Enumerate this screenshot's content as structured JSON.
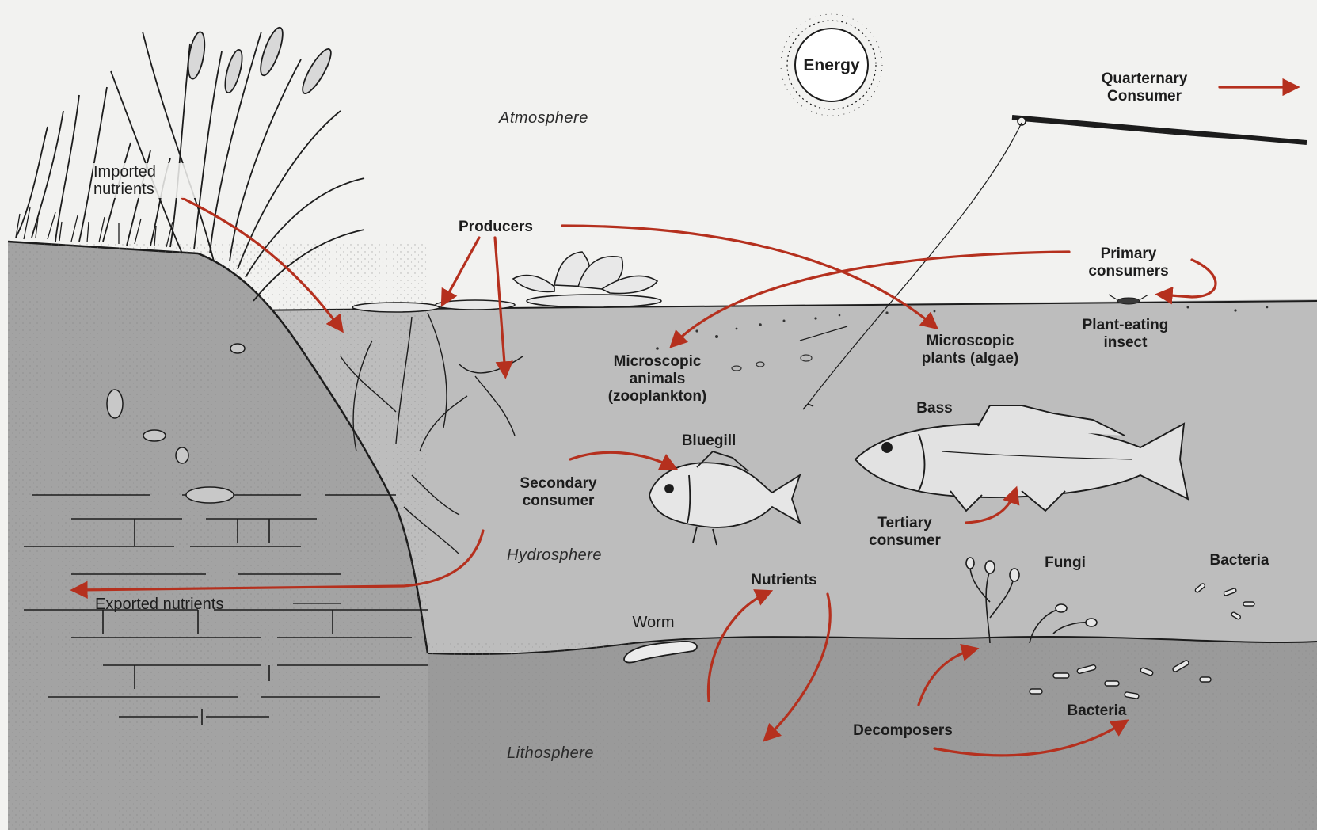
{
  "spheres": {
    "atmosphere": "Atmosphere",
    "hydrosphere": "Hydrosphere",
    "lithosphere": "Lithosphere"
  },
  "labels": {
    "energy": "Energy",
    "quaternary_consumer": "Quarternary\nConsumer",
    "imported_nutrients": "Imported\nnutrients",
    "producers": "Producers",
    "primary_consumers": "Primary\nconsumers",
    "plant_eating_insect": "Plant-eating\ninsect",
    "microscopic_animals": "Microscopic\nanimals\n(zooplankton)",
    "microscopic_plants": "Microscopic\nplants (algae)",
    "bass": "Bass",
    "bluegill": "Bluegill",
    "secondary_consumer": "Secondary\nconsumer",
    "tertiary_consumer": "Tertiary\nconsumer",
    "exported_nutrients": "Exported nutrients",
    "nutrients": "Nutrients",
    "worm": "Worm",
    "fungi": "Fungi",
    "bacteria_top": "Bacteria",
    "bacteria_bottom": "Bacteria",
    "decomposers": "Decomposers"
  },
  "colors": {
    "arrow": "#b5301e",
    "ink": "#1c1c1c",
    "water": "#bdbdbd",
    "soil": "#a3a3a3",
    "bottom": "#9a9a9a",
    "paper": "#f2f2f0"
  }
}
